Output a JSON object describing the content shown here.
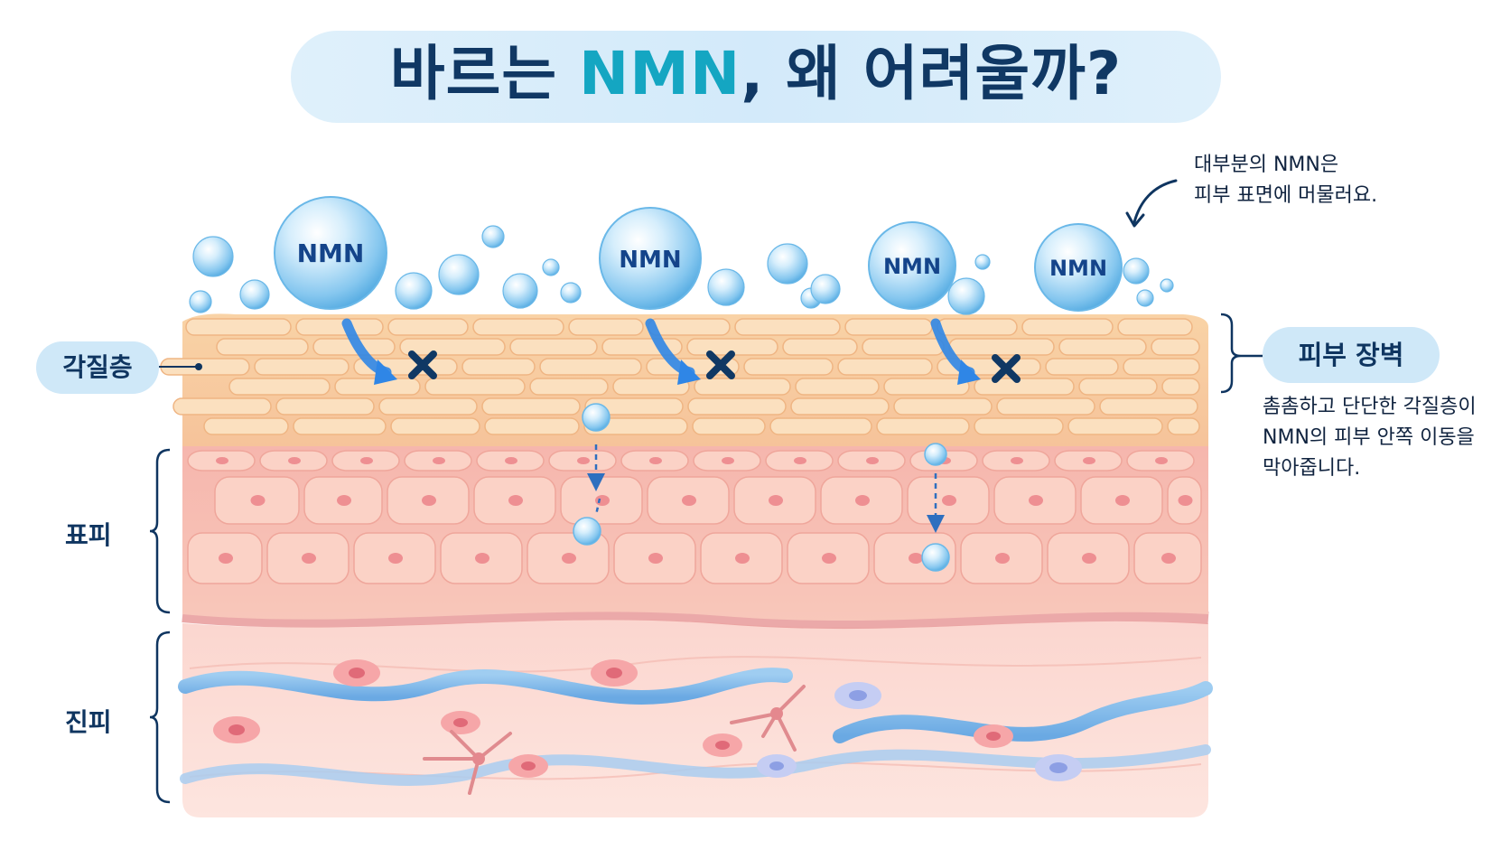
{
  "title": {
    "prefix": "바르는 ",
    "accent": "NMN",
    "suffix": ", 왜 어려울까?"
  },
  "layers": {
    "stratum_corneum": "각질층",
    "epidermis": "표피",
    "dermis": "진피"
  },
  "barrier": {
    "label": "피부 장벽",
    "desc_lines": [
      "촘촘하고 단단한 각질층이",
      "NMN의 피부 안쪽 이동을",
      "막아줍니다."
    ]
  },
  "surface_note": {
    "lines": [
      "대부분의 NMN은",
      "피부 표면에 머물러요."
    ]
  },
  "nmn_bubbles": [
    "NMN",
    "NMN",
    "NMN",
    "NMN"
  ],
  "colors": {
    "title_text": "#103864",
    "title_accent": "#14a6c2",
    "stratum": "#f9d4a8",
    "epidermis": "#f8c1b4",
    "dermis": "#fbd7d0",
    "bubble": "#7cc3ec",
    "blocked_x": "#103864",
    "arrow": "#2f86e6"
  }
}
